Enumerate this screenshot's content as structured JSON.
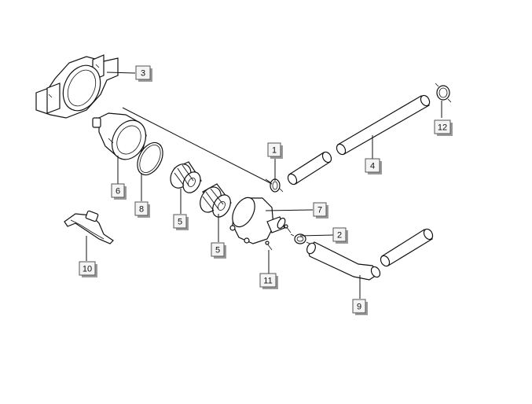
{
  "diagram": {
    "callouts": [
      {
        "id": "callout-3",
        "text": "3"
      },
      {
        "id": "callout-12",
        "text": "12"
      },
      {
        "id": "callout-1",
        "text": "1"
      },
      {
        "id": "callout-4",
        "text": "4"
      },
      {
        "id": "callout-6",
        "text": "6"
      },
      {
        "id": "callout-8",
        "text": "8"
      },
      {
        "id": "callout-5a",
        "text": "5"
      },
      {
        "id": "callout-7",
        "text": "7"
      },
      {
        "id": "callout-5b",
        "text": "5"
      },
      {
        "id": "callout-2",
        "text": "2"
      },
      {
        "id": "callout-11",
        "text": "11"
      },
      {
        "id": "callout-10",
        "text": "10"
      },
      {
        "id": "callout-9",
        "text": "9"
      }
    ]
  }
}
